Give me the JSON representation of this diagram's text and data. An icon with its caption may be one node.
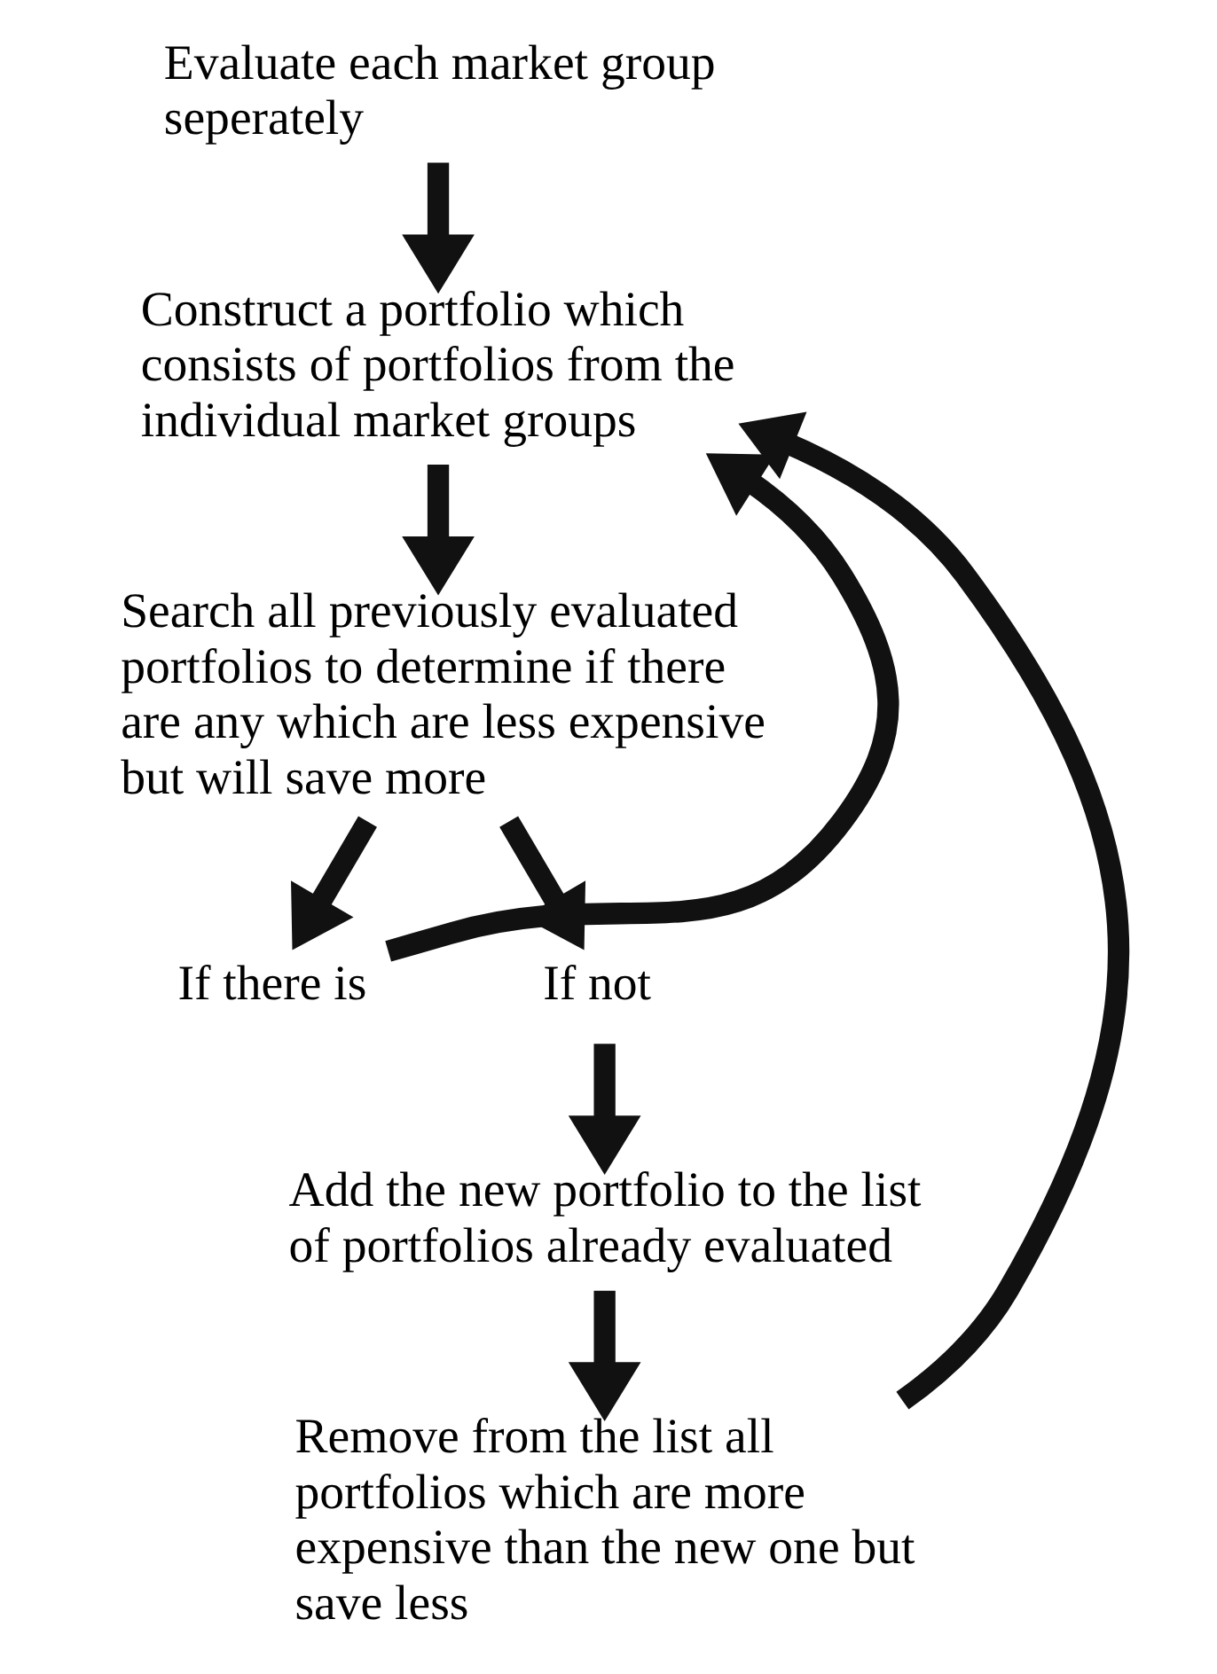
{
  "diagram": {
    "nodes": [
      {
        "text": [
          "Evaluate each market group seperately"
        ]
      },
      {
        "text": [
          "Construct a portfolio which consists of portfolios from the individual market groups"
        ]
      },
      {
        "text": [
          "Search all previously evaluated portfolios to determine if there are any which are less expensive but will save more"
        ]
      },
      {
        "text": [
          "If there is"
        ]
      },
      {
        "text": [
          "If not"
        ]
      },
      {
        "text": [
          "Add the new portfolio to the list of portfolios already evaluated"
        ]
      },
      {
        "text": [
          "Remove from the list all portfolios which are more expensive than the new one but save less"
        ]
      }
    ],
    "edges": [
      {
        "from": 0,
        "to": 1,
        "arrow": "to"
      },
      {
        "from": 1,
        "to": 2,
        "arrow": "to"
      },
      {
        "from": 2,
        "to": 3,
        "arrow": "to"
      },
      {
        "from": 2,
        "to": 4,
        "arrow": "to"
      },
      {
        "from": 4,
        "to": 5,
        "arrow": "to"
      },
      {
        "from": 5,
        "to": 6,
        "arrow": "to"
      },
      {
        "from": 3,
        "to": 1,
        "arrow": "to"
      },
      {
        "from": 6,
        "to": 1,
        "arrow": "to"
      }
    ]
  }
}
